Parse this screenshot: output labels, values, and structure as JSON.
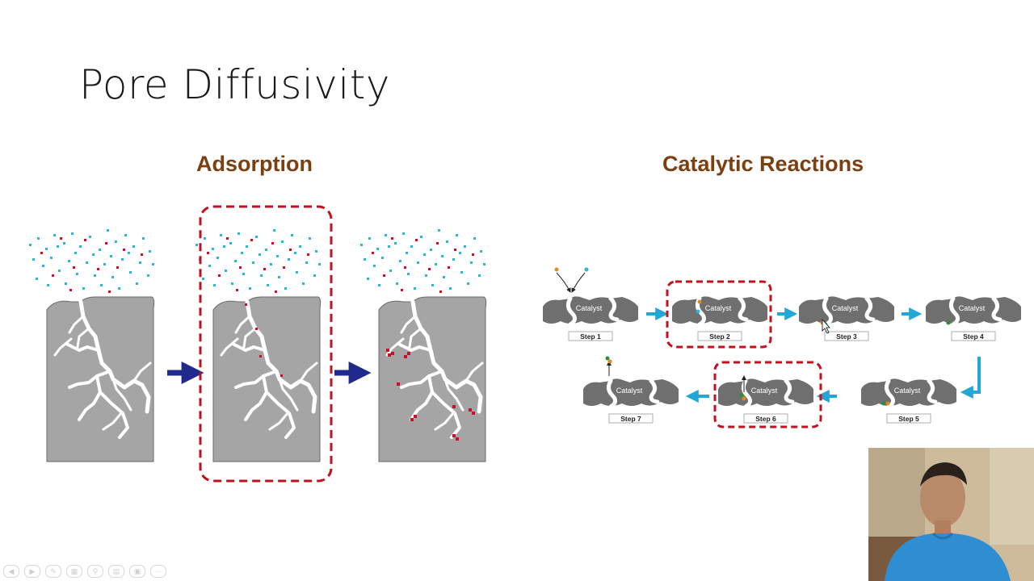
{
  "slide": {
    "title": "Pore Diffusivity",
    "adsorption_heading": "Adsorption",
    "catalytic_heading": "Catalytic Reactions"
  },
  "catalyst_label": "Catalyst",
  "steps": [
    "Step 1",
    "Step 2",
    "Step 3",
    "Step 4",
    "Step 5",
    "Step 6",
    "Step 7"
  ],
  "colors": {
    "heading": "#7b3f10",
    "highlight_dash": "#c0111f",
    "arrow_navy": "#1f2a8c",
    "arrow_cyan": "#22a7d6",
    "solid_gray": "#a5a5a5",
    "catalyst_gray": "#6f6f6f",
    "molecule_cyan": "#2ab6d6",
    "molecule_red": "#c8102e"
  },
  "toolbar_icons": [
    "prev-icon",
    "next-icon",
    "pen-icon",
    "slides-icon",
    "zoom-icon",
    "subtitle-icon",
    "presenter-icon",
    "more-icon"
  ]
}
